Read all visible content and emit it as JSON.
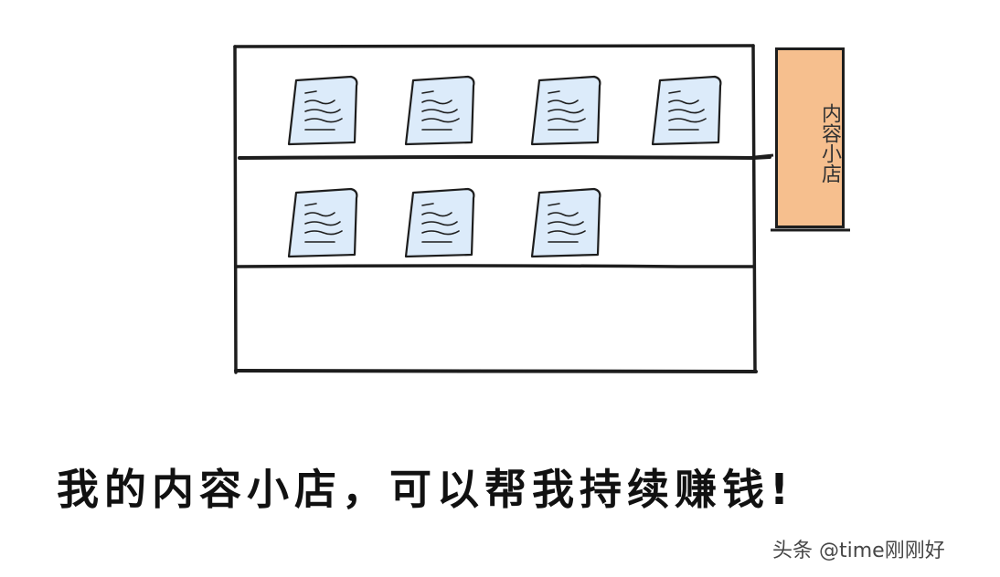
{
  "shop_sign": {
    "label": "内容小店"
  },
  "shelves": {
    "rows": [
      {
        "item_count": 4
      },
      {
        "item_count": 3
      },
      {
        "item_count": 0
      }
    ]
  },
  "caption": {
    "text": "我的内容小店，可以帮我持续赚钱!"
  },
  "watermark": {
    "text": "头条 @time刚刚好"
  },
  "colors": {
    "document_fill": "#dcebfa",
    "sign_fill": "#f6bf8e",
    "line": "#1d1d1d",
    "background": "#ffffff"
  },
  "icons": {
    "document": "document-icon"
  }
}
